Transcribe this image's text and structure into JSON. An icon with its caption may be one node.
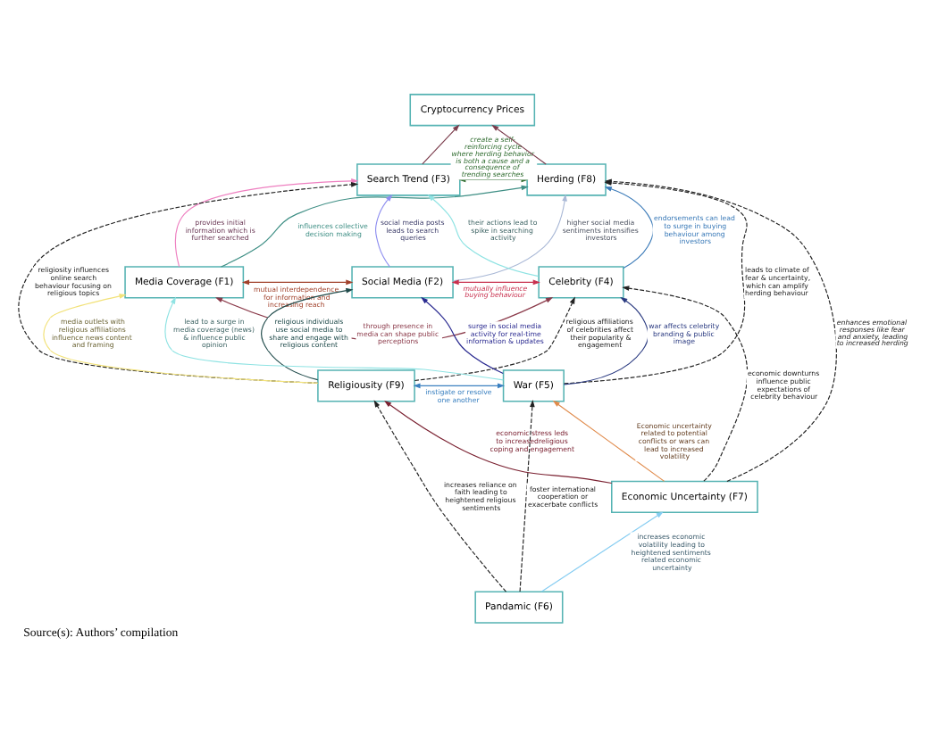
{
  "diagram": {
    "caption": "Source(s): Authors’ compilation",
    "nodes": [
      {
        "text": [
          "Cryptocurrency Prices"
        ]
      },
      {
        "text": [
          "Search Trend (F3)"
        ]
      },
      {
        "text": [
          "Herding (F8)"
        ]
      },
      {
        "text": [
          "Media Coverage (F1)"
        ]
      },
      {
        "text": [
          "Social Media (F2)"
        ]
      },
      {
        "text": [
          "Celebrity (F4)"
        ]
      },
      {
        "text": [
          "Religiousity (F9)"
        ]
      },
      {
        "text": [
          "War (F5)"
        ]
      },
      {
        "text": [
          "Economic Uncertainty (F7)"
        ]
      },
      {
        "text": [
          "Pandamic (F6)"
        ]
      }
    ],
    "edges": [
      {
        "from": 1,
        "to": 0,
        "arrow": "to",
        "color": "#7b3c4c"
      },
      {
        "from": 2,
        "to": 0,
        "arrow": "to",
        "color": "#7b3c4c"
      },
      {
        "from": 3,
        "to": 2,
        "arrow": "to",
        "color": "#3f8f85",
        "label": "influences collective decision making"
      },
      {
        "from": 1,
        "to": 2,
        "arrow": "both",
        "color": "#2e6b2e",
        "label": "create a self-reinforcing cycle where herding behavior is both a cause and a consequence of trending searches"
      },
      {
        "from": 3,
        "to": 1,
        "arrow": "to",
        "color": "#ee7fc0",
        "label": "provides initial information which is further searched"
      },
      {
        "from": 6,
        "to": 1,
        "arrow": "to",
        "style": "dashed",
        "label": "religiosity influences online search behaviour focusing on religious topics"
      },
      {
        "from": 5,
        "to": 1,
        "arrow": "to",
        "color": "#8fe3e3",
        "label": "their actions lead to spike in searching activity"
      },
      {
        "from": 4,
        "to": 1,
        "arrow": "to",
        "color": "#8f8ff0",
        "label": "social media posts leads to search queries"
      },
      {
        "from": 5,
        "to": 2,
        "arrow": "to",
        "color": "#3a7ab8",
        "label": "endorsements can lead to surge in buying behaviour among investors"
      },
      {
        "from": 4,
        "to": 2,
        "arrow": "to",
        "color": "#a9b8d6",
        "label": "higher social media sentiments intensifies investors"
      },
      {
        "from": 7,
        "to": 2,
        "arrow": "to",
        "style": "dashed",
        "label": "leads to climate of fear & uncertainty, which can amplify herding behaviour"
      },
      {
        "from": 8,
        "to": 2,
        "arrow": "to",
        "style": "dashed",
        "label": "enhances emotional responses like fear and anxiety, leading to increased herding"
      },
      {
        "from": 5,
        "to": 3,
        "arrow": "both",
        "color": "#8b3a4a",
        "label": "through presence in media can shape public perceptions"
      },
      {
        "from": 7,
        "to": 3,
        "arrow": "to",
        "color": "#8fe3e3",
        "label": "lead to a surge in media coverage (news) & influence public opinion"
      },
      {
        "from": 3,
        "to": 4,
        "arrow": "both",
        "color": "#a0402a",
        "label": "mutual interdependence for information and increasing reach"
      },
      {
        "from": 6,
        "to": 3,
        "arrow": "to",
        "color": "#f2e27a",
        "label": "media outlets with religious affiliations influence news content and framing"
      },
      {
        "from": 6,
        "to": 4,
        "arrow": "to",
        "color": "#1f4a4a",
        "label": "religious individuals use social media to share and engage with religious content"
      },
      {
        "from": 4,
        "to": 5,
        "arrow": "both",
        "color": "#c8304e",
        "label": "mutually influence buying behaviour"
      },
      {
        "from": 6,
        "to": 5,
        "arrow": "to",
        "style": "dashed",
        "label": "religious affiliations of celebrities affect their popularity & engagement"
      },
      {
        "from": 7,
        "to": 4,
        "arrow": "to",
        "color": "#2a2a90",
        "label": "surge in social media activity for real-time information & updates"
      },
      {
        "from": 7,
        "to": 5,
        "arrow": "to",
        "color": "#2a3a80",
        "label": "war affects celebrity branding & public image"
      },
      {
        "from": 6,
        "to": 7,
        "arrow": "both",
        "color": "#3a80c0",
        "label": "instigate or resolve one another"
      },
      {
        "from": 8,
        "to": 6,
        "arrow": "to",
        "color": "#7a2030",
        "label": "economic stress leds to increasedreligious coping and engagement"
      },
      {
        "from": 8,
        "to": 7,
        "arrow": "to",
        "color": "#e08a4a",
        "label": "Economic uncertainty related to potential conflicts or wars can lead to increased volatility"
      },
      {
        "from": 8,
        "to": 5,
        "arrow": "to",
        "style": "dashed",
        "label": "economic downturns influence public expectations of celebrity behaviour"
      },
      {
        "from": 9,
        "to": 8,
        "arrow": "to",
        "color": "#86cdf2",
        "label": "increases economic volatility leading to heightened sentiments related economic uncertainty"
      },
      {
        "from": 9,
        "to": 6,
        "arrow": "to",
        "style": "dashed",
        "label": "increases reliance on faith leading to heightened religious sentiments"
      },
      {
        "from": 9,
        "to": 7,
        "arrow": "to",
        "style": "dashed",
        "label": "foster international cooperation or exacerbate conflicts"
      }
    ]
  }
}
